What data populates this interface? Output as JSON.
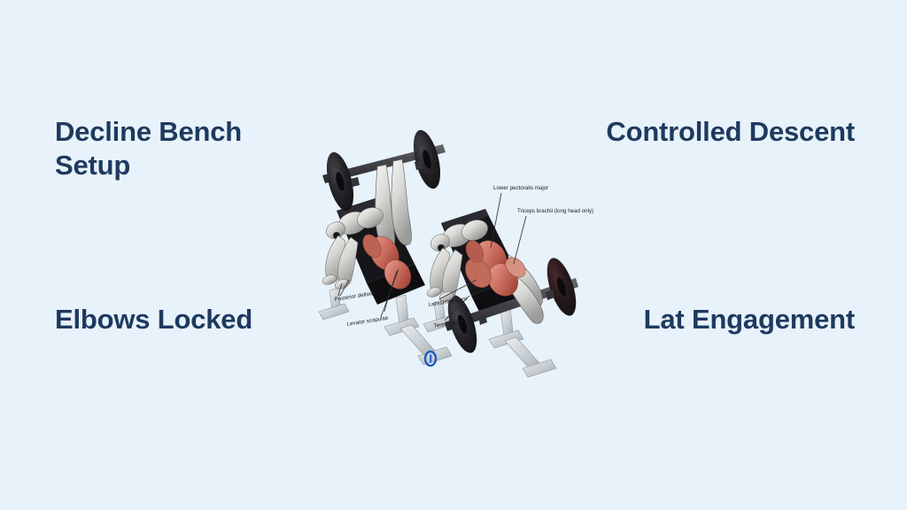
{
  "slide": {
    "background_color": "#e8f2fa",
    "text_color": "#1e3a5f"
  },
  "callouts": [
    {
      "id": "top-left",
      "text": "Decline Bench\nSetup"
    },
    {
      "id": "top-right",
      "text": "Controlled Descent"
    },
    {
      "id": "bottom-left",
      "text": "Elbows Locked"
    },
    {
      "id": "bottom-right",
      "text": "Lat Engagement"
    }
  ],
  "illustration": {
    "description": "decline-bench-press-anatomy-illustration",
    "figures": 2,
    "muscle_labels": [
      {
        "id": "lower-pectoralis-major",
        "text": "Lower pectoralis major"
      },
      {
        "id": "triceps-brachii",
        "text": "Triceps brachii (long head only)"
      },
      {
        "id": "posterior-deltoid",
        "text": "Posterior deltoid"
      },
      {
        "id": "levator-scapulae",
        "text": "Levator scapulae"
      },
      {
        "id": "latissimus-dorsi",
        "text": "Latissimus dorsi"
      },
      {
        "id": "teres-major",
        "text": "Teres major"
      }
    ],
    "colors": {
      "bench": "#16161a",
      "barbell": "#3b3b40",
      "plate": "#1c1c20",
      "plate_tint": "#3a1418",
      "muscle_highlight": "#d4786a",
      "muscle_base": "#e9e9e7",
      "frame": "#c9cfd2"
    }
  },
  "watermark": {
    "name": "facebook-watermark-icon",
    "color": "#1f5bc4"
  }
}
